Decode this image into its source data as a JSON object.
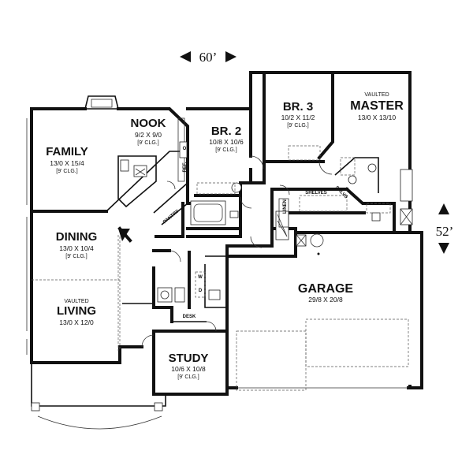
{
  "overall": {
    "width": "60’",
    "depth": "52’"
  },
  "rooms": {
    "family": {
      "name": "FAMILY",
      "dims": "13/0 X 15/4",
      "ceiling": "[9' CLG.]"
    },
    "nook": {
      "name": "NOOK",
      "dims": "9/2 X 9/0",
      "ceiling": "[9' CLG.]"
    },
    "dining": {
      "name": "DINING",
      "dims": "13/0 X 10/4",
      "ceiling": "[9' CLG.]"
    },
    "living": {
      "note": "VAULTED",
      "name": "LIVING",
      "dims": "13/0 X 12/0"
    },
    "br2": {
      "name": "BR. 2",
      "dims": "10/8 X 10/6",
      "ceiling": "[9' CLG.]"
    },
    "br3": {
      "name": "BR. 3",
      "dims": "10/2 X 11/2",
      "ceiling": "[9' CLG.]"
    },
    "master": {
      "note": "VAULTED",
      "name": "MASTER",
      "dims": "13/0 X 13/10"
    },
    "garage": {
      "name": "GARAGE",
      "dims": "29/8 X 20/8"
    },
    "study": {
      "name": "STUDY",
      "dims": "10/6 X 10/8",
      "ceiling": "[9' CLG.]"
    }
  },
  "labels": {
    "pantry": "PANTRY",
    "ref": "REF.",
    "oven": "O",
    "linen": "LINEN",
    "shelves": "SHELVES",
    "shlvs": "SHLVS",
    "desk": "DESK",
    "washer": "W",
    "dryer": "D"
  }
}
